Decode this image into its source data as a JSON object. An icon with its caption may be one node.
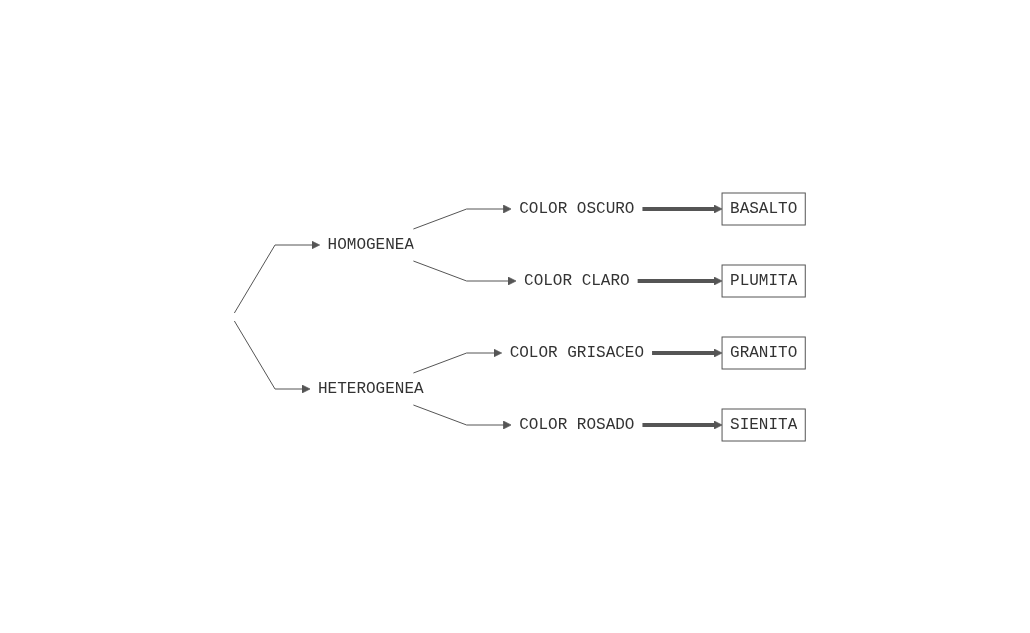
{
  "diagram": {
    "nodes": [
      {
        "text": [
          "HOMOGENEA"
        ]
      },
      {
        "text": [
          "HETEROGENEA"
        ]
      },
      {
        "text": [
          "COLOR OSCURO"
        ]
      },
      {
        "text": [
          "COLOR CLARO"
        ]
      },
      {
        "text": [
          "COLOR GRISACEO"
        ]
      },
      {
        "text": [
          "COLOR ROSADO"
        ]
      },
      {
        "text": [
          "BASALTO"
        ]
      },
      {
        "text": [
          "PLUMITA"
        ]
      },
      {
        "text": [
          "GRANITO"
        ]
      },
      {
        "text": [
          "SIENITA"
        ]
      }
    ],
    "edges": [
      {
        "from": null,
        "to": 0,
        "arrow": "to"
      },
      {
        "from": null,
        "to": 1,
        "arrow": "to"
      },
      {
        "from": 0,
        "to": 2,
        "arrow": "to"
      },
      {
        "from": 0,
        "to": 3,
        "arrow": "to"
      },
      {
        "from": 1,
        "to": 4,
        "arrow": "to"
      },
      {
        "from": 1,
        "to": 5,
        "arrow": "to"
      },
      {
        "from": 2,
        "to": 6,
        "arrow": "to",
        "style": "thick"
      },
      {
        "from": 3,
        "to": 7,
        "arrow": "to",
        "style": "thick"
      },
      {
        "from": 4,
        "to": 8,
        "arrow": "to",
        "style": "thick"
      },
      {
        "from": 5,
        "to": 9,
        "arrow": "to",
        "style": "thick"
      }
    ]
  }
}
